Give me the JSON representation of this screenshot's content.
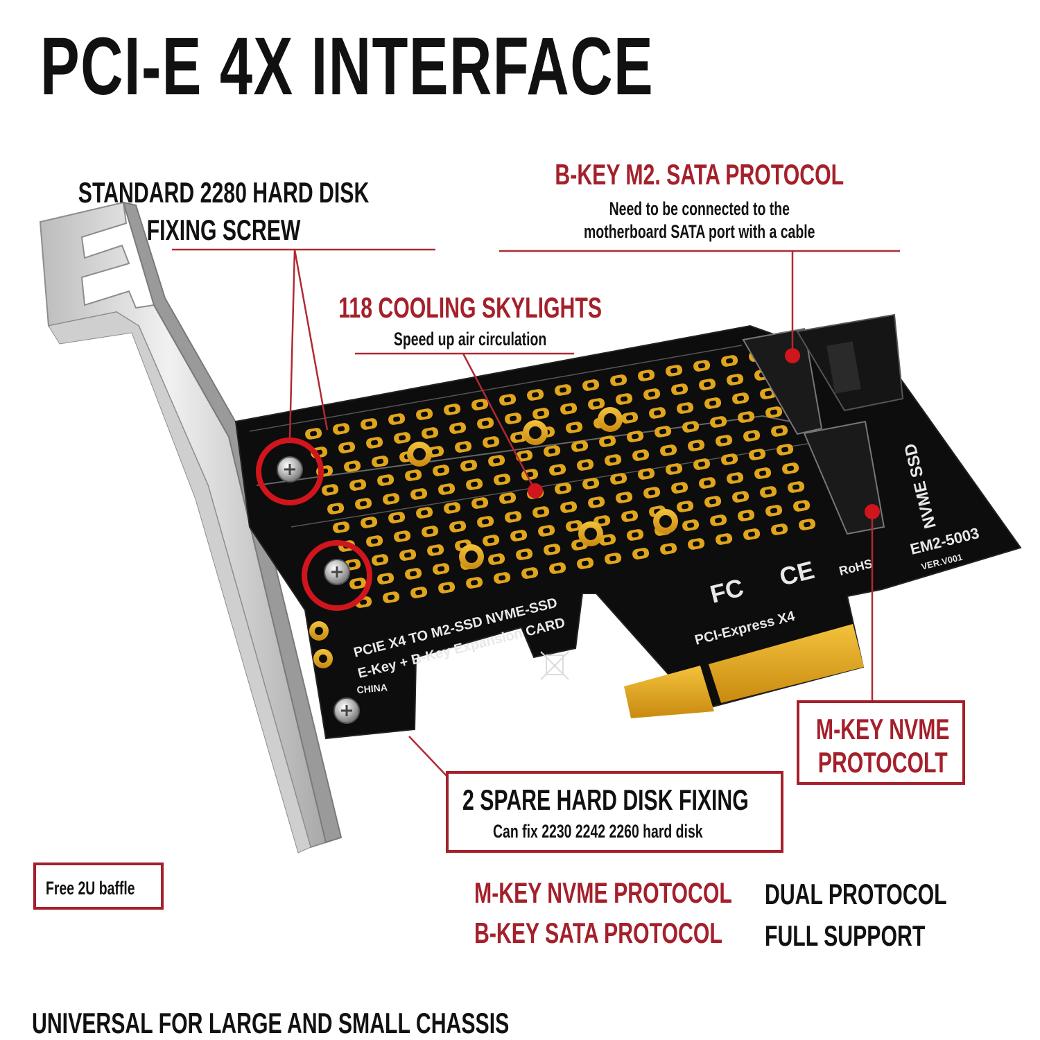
{
  "title": "PCI-E 4X INTERFACE",
  "callouts": {
    "fixing_screw": {
      "line1": "STANDARD 2280 HARD DISK",
      "line2": "FIXING SCREW"
    },
    "bkey": {
      "title": "B-KEY M2. SATA PROTOCOL",
      "line1": "Need to be connected to the",
      "line2": "motherboard SATA port with a cable"
    },
    "cooling": {
      "title": "118 COOLING SKYLIGHTS",
      "subtitle": "Speed up air circulation"
    },
    "mkey": {
      "line1": "M-KEY NVME",
      "line2": "PROTOCOLT"
    },
    "spare": {
      "title": "2 SPARE HARD DISK FIXING",
      "subtitle": "Can fix 2230 2242 2260 hard disk"
    },
    "baffle": "Free 2U baffle"
  },
  "protocols": {
    "m_key": "M-KEY NVME PROTOCOL",
    "b_key": "B-KEY SATA PROTOCOL",
    "dual": "DUAL PROTOCOL",
    "full": "FULL SUPPORT"
  },
  "footer": "UNIVERSAL FOR LARGE AND SMALL CHASSIS",
  "board": {
    "silk_line1": "PCIE X4 TO  M2-SSD NVME-SSD",
    "silk_line2": "E-Key + B-Key Expansion CARD",
    "pci_express": "PCI-Express X4",
    "model": "EM2-5003",
    "version": "VER.V001",
    "nvme_ssd": "NVME SSD",
    "china": "CHINA",
    "rohs": "RoHS",
    "fc": "FC",
    "ce": "CE"
  },
  "colors": {
    "accent_red": "#a4202b",
    "pcb_black": "#0d0d0d",
    "gold_pad": "#e0a51c",
    "bracket_silver": "#d4d4d4"
  }
}
